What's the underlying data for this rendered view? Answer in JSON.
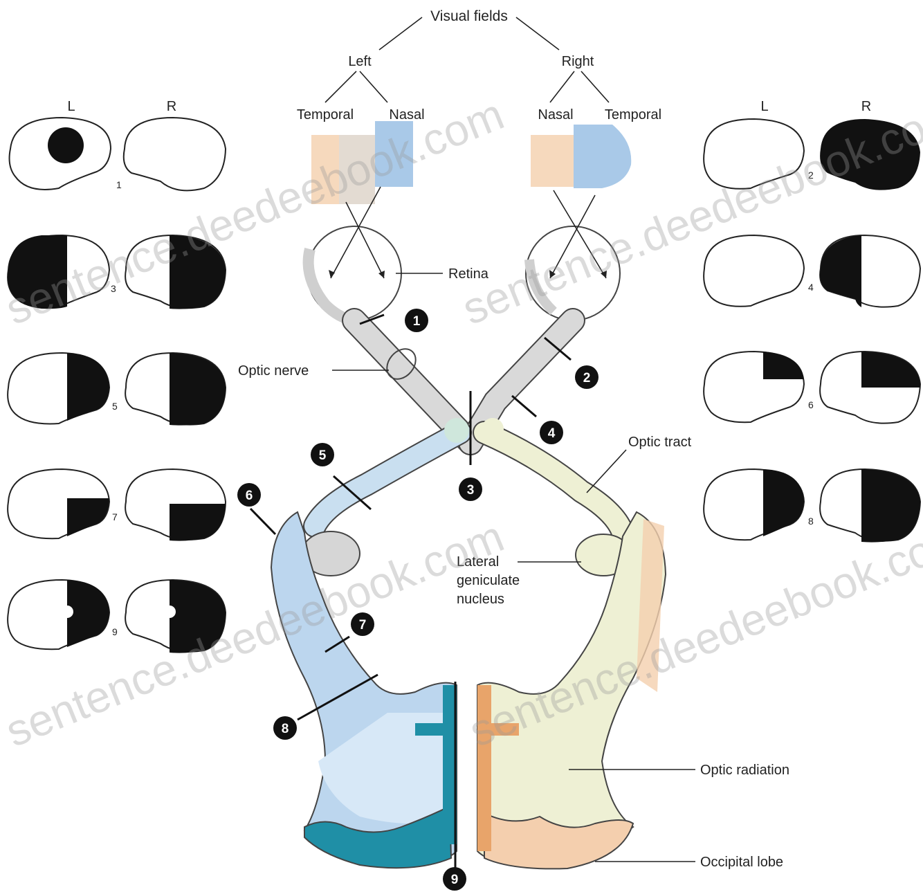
{
  "header": {
    "title": "Visual fields",
    "left": "Left",
    "right": "Right",
    "left_temporal": "Temporal",
    "left_nasal": "Nasal",
    "right_nasal": "Nasal",
    "right_temporal": "Temporal"
  },
  "eye_columns": {
    "left_group": {
      "l": "L",
      "r": "R"
    },
    "right_group": {
      "l": "L",
      "r": "R"
    }
  },
  "field_numbers": [
    "1",
    "2",
    "3",
    "4",
    "5",
    "6",
    "7",
    "8",
    "9"
  ],
  "lesion_markers": [
    "1",
    "2",
    "3",
    "4",
    "5",
    "6",
    "7",
    "8",
    "9"
  ],
  "labels": {
    "retina": "Retina",
    "optic_nerve": "Optic nerve",
    "optic_tract": "Optic tract",
    "lgn_line1": "Lateral",
    "lgn_line2": "geniculate",
    "lgn_line3": "nucleus",
    "optic_radiation": "Optic radiation",
    "occipital_lobe": "Occipital lobe"
  },
  "watermark": "sentence.deedeebook.com",
  "colors": {
    "left_pathway": "#a9c9e8",
    "left_pathway_light": "#cfe2f3",
    "right_pathway": "#f4cfae",
    "right_pathway_light": "#e9efcf",
    "calcarine_left": "#1f8fa6",
    "calcarine_right": "#e8a46a",
    "nerve_gray": "#d6d6d6",
    "defect": "#111111"
  }
}
